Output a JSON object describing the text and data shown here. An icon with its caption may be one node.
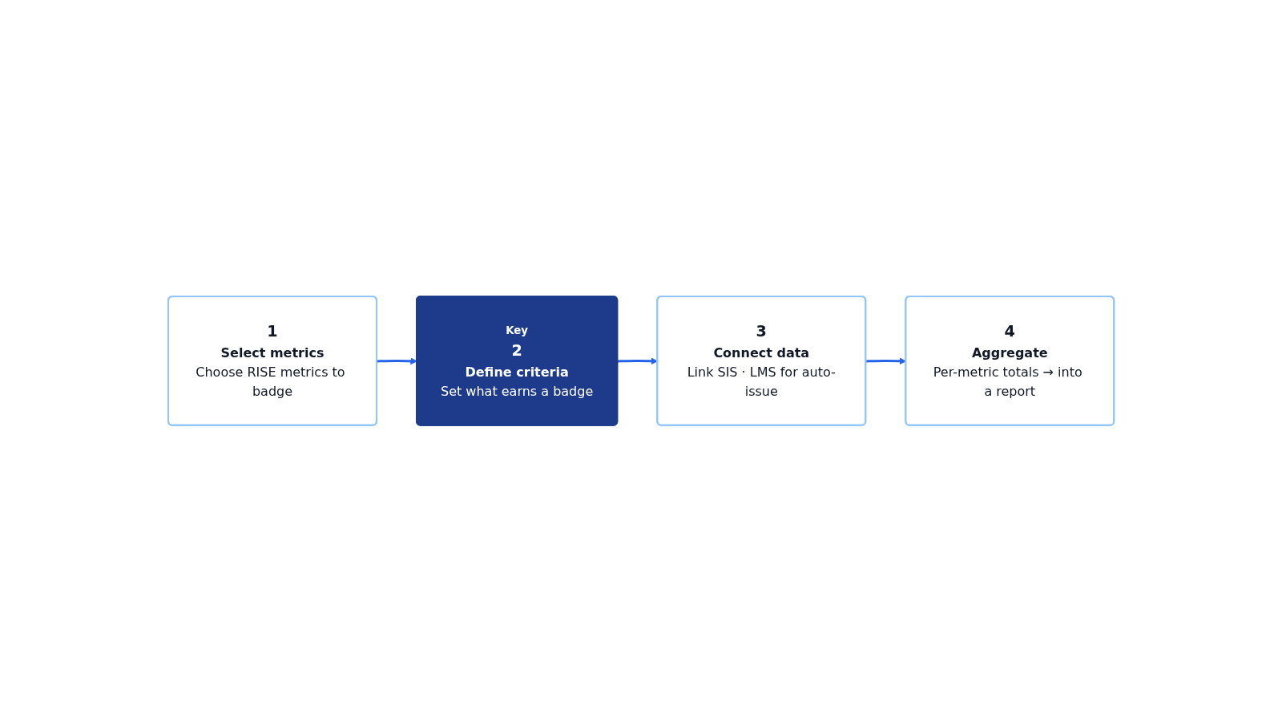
{
  "diagram": {
    "nodes": [
      {
        "text": [
          "1",
          "Select metrics",
          "Choose RISE metrics to badge"
        ]
      },
      {
        "text": [
          "Key",
          "2",
          "Define criteria",
          "Set what earns a badge"
        ]
      },
      {
        "text": [
          "3",
          "Connect data",
          "Link SIS · LMS for auto-issue"
        ]
      },
      {
        "text": [
          "4",
          "Aggregate",
          "Per-metric totals → into a report"
        ]
      }
    ],
    "edges": [
      {
        "from": 0,
        "to": 1,
        "arrow": "to"
      },
      {
        "from": 1,
        "to": 2,
        "arrow": "to"
      },
      {
        "from": 2,
        "to": 3,
        "arrow": "to"
      }
    ]
  }
}
